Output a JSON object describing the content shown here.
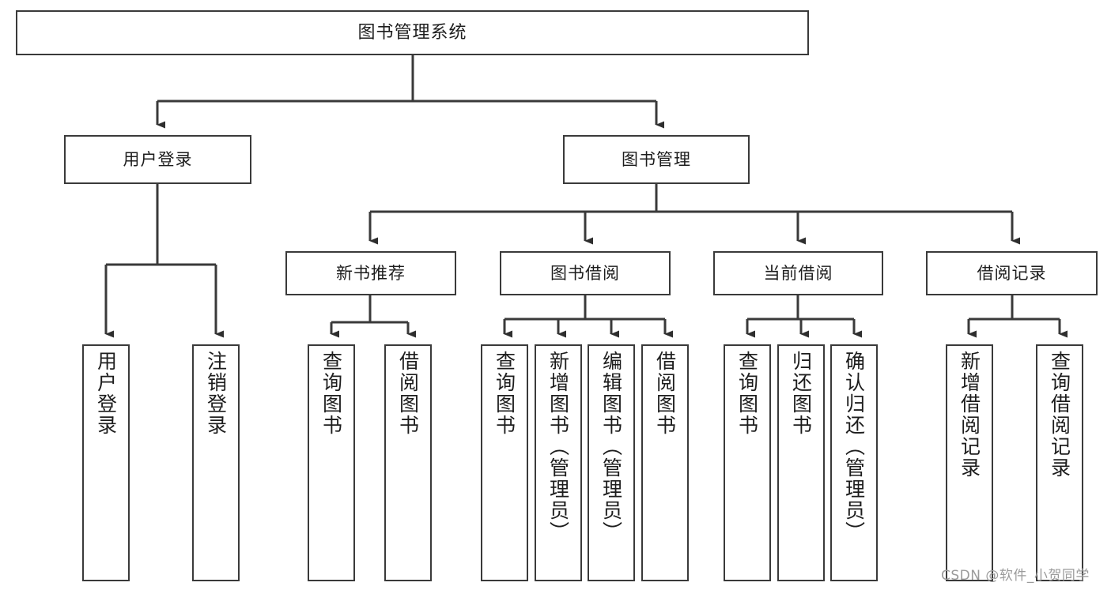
{
  "diagram": {
    "type": "tree-hierarchy-chart",
    "title": "图书管理系统",
    "root": {
      "label": "图书管理系统"
    },
    "level1": [
      {
        "label": "用户登录"
      },
      {
        "label": "图书管理"
      }
    ],
    "level2": [
      {
        "label": "新书推荐"
      },
      {
        "label": "图书借阅"
      },
      {
        "label": "当前借阅"
      },
      {
        "label": "借阅记录"
      }
    ],
    "leaves": {
      "user_login": [
        {
          "label": "用户登录"
        },
        {
          "label": "注销登录"
        }
      ],
      "new_book_recommend": [
        {
          "label": "查询图书"
        },
        {
          "label": "借阅图书"
        }
      ],
      "book_borrow": [
        {
          "label": "查询图书"
        },
        {
          "label": "新增图书（管理员）"
        },
        {
          "label": "编辑图书（管理员）"
        },
        {
          "label": "借阅图书"
        }
      ],
      "current_borrow": [
        {
          "label": "查询图书"
        },
        {
          "label": "归还图书"
        },
        {
          "label": "确认归还（管理员）"
        }
      ],
      "borrow_record": [
        {
          "label": "新增借阅记录"
        },
        {
          "label": "查询借阅记录"
        }
      ]
    },
    "watermark": "CSDN @软件_小贺同学",
    "colors": {
      "stroke": "#3a3a3a",
      "background": "#ffffff",
      "text": "#1d1d1d",
      "watermark": "#9b9b9b"
    }
  }
}
